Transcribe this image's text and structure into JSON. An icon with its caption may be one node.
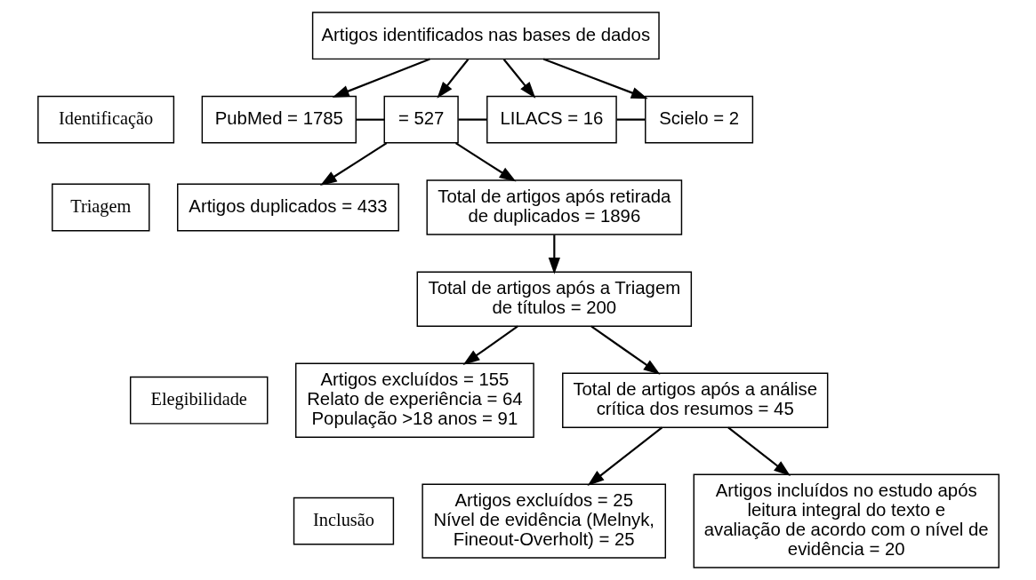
{
  "diagram": {
    "nodes": [
      {
        "text": [
          "Identificação"
        ]
      },
      {
        "text": [
          "Triagem"
        ]
      },
      {
        "text": [
          "Elegibilidade"
        ]
      },
      {
        "text": [
          "Inclusão"
        ]
      },
      {
        "text": [
          "Artigos identificados nas bases de dados"
        ]
      },
      {
        "text": [
          "PubMed = 1785"
        ]
      },
      {
        "text": [
          "= 527"
        ]
      },
      {
        "text": [
          "LILACS = 16"
        ]
      },
      {
        "text": [
          "Scielo = 2"
        ]
      },
      {
        "text": [
          "Artigos duplicados = 433"
        ]
      },
      {
        "text": [
          "Total de artigos após retirada de duplicados = 1896"
        ]
      },
      {
        "text": [
          "Total de artigos após a Triagem de títulos = 200"
        ]
      },
      {
        "text": [
          "Artigos excluídos = 155",
          "Relato de experiência = 64",
          "População >18 anos = 91"
        ]
      },
      {
        "text": [
          "Total de artigos após a análise crítica dos resumos = 45"
        ]
      },
      {
        "text": [
          "Artigos excluídos = 25",
          "Nível de evidência (Melnyk, Fineout-Overholt) = 25"
        ]
      },
      {
        "text": [
          "Artigos incluídos no estudo após leitura integral do texto e avaliação de acordo com o nível de evidência = 20"
        ]
      }
    ],
    "edges": [
      {
        "from": 4,
        "to": 5,
        "arrow": "to"
      },
      {
        "from": 4,
        "to": 6,
        "arrow": "to"
      },
      {
        "from": 4,
        "to": 7,
        "arrow": "to"
      },
      {
        "from": 4,
        "to": 8,
        "arrow": "to"
      },
      {
        "from": 5,
        "to": 6,
        "arrow": "none"
      },
      {
        "from": 6,
        "to": 7,
        "arrow": "none"
      },
      {
        "from": 7,
        "to": 8,
        "arrow": "none"
      },
      {
        "from": 6,
        "to": 10,
        "arrow": "to"
      },
      {
        "from": 6,
        "to": 9,
        "arrow": "to"
      },
      {
        "from": 10,
        "to": 11,
        "arrow": "to"
      },
      {
        "from": 11,
        "to": 13,
        "arrow": "to"
      },
      {
        "from": 11,
        "to": 12,
        "arrow": "to"
      },
      {
        "from": 13,
        "to": 15,
        "arrow": "to"
      },
      {
        "from": 13,
        "to": 14,
        "arrow": "to"
      }
    ]
  }
}
